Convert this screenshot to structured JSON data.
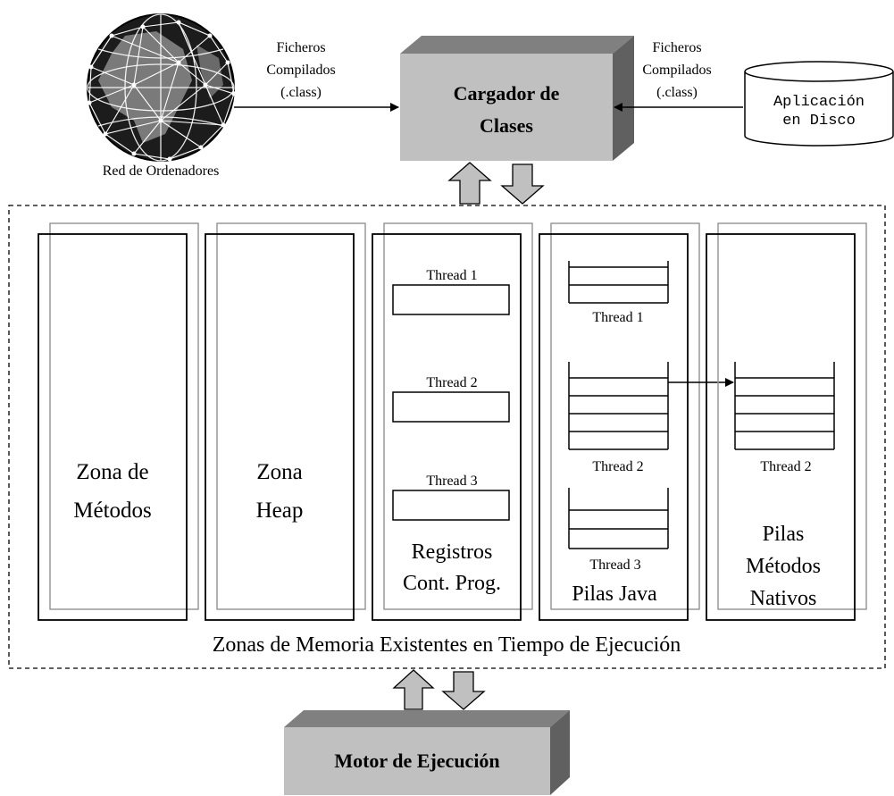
{
  "network": {
    "label": "Red de Ordenadores"
  },
  "left_arrow": {
    "line1": "Ficheros",
    "line2": "Compilados",
    "line3": "(.class)"
  },
  "right_arrow": {
    "line1": "Ficheros",
    "line2": "Compilados",
    "line3": "(.class)"
  },
  "loader": {
    "line1": "Cargador de",
    "line2": "Clases"
  },
  "disk": {
    "line1": "Aplicación",
    "line2": "en Disco"
  },
  "zones": {
    "methods": {
      "line1": "Zona de",
      "line2": "Métodos"
    },
    "heap": {
      "line1": "Zona",
      "line2": "Heap"
    },
    "registers": {
      "threads": [
        "Thread 1",
        "Thread 2",
        "Thread 3"
      ],
      "line1": "Registros",
      "line2": "Cont. Prog."
    },
    "java_stacks": {
      "threads": [
        "Thread 1",
        "Thread 2",
        "Thread 3"
      ],
      "label": "Pilas Java"
    },
    "native_stacks": {
      "thread": "Thread 2",
      "line1": "Pilas",
      "line2": "Métodos",
      "line3": "Nativos"
    }
  },
  "memory_area": {
    "label": "Zonas de Memoria Existentes en Tiempo de Ejecución"
  },
  "engine": {
    "label": "Motor de Ejecución"
  },
  "colors": {
    "box_face": "#c0c0c0",
    "box_top": "#808080",
    "box_side": "#606060",
    "outline_gray": "#999999",
    "line": "#000000"
  }
}
